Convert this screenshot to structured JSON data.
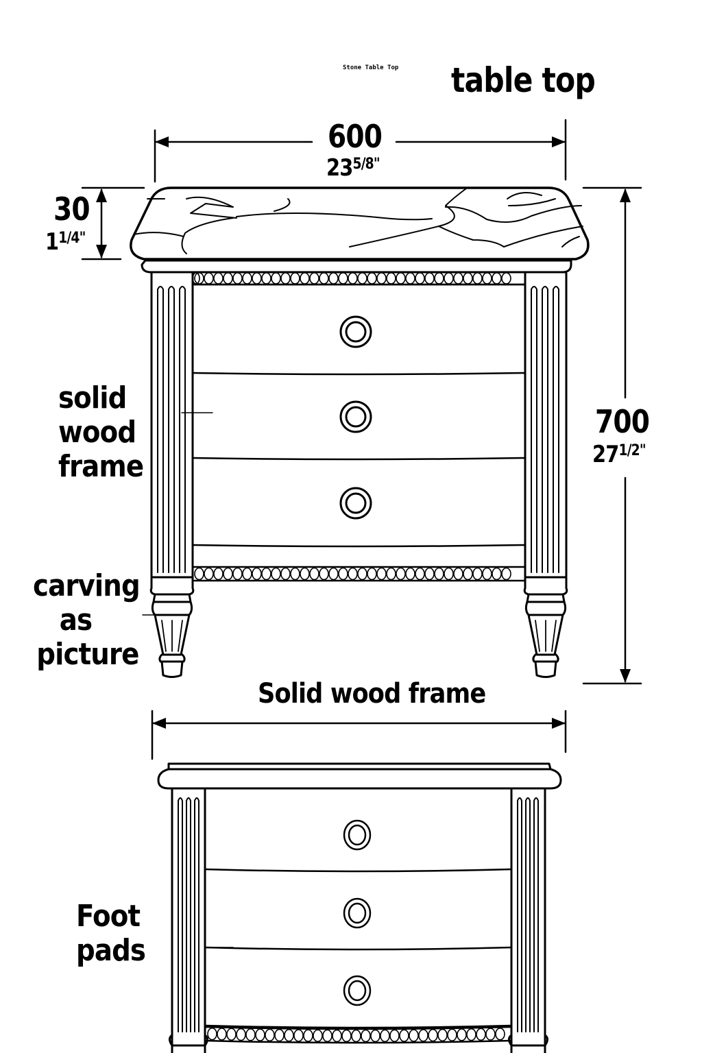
{
  "header": {
    "small_label": "Stone Table Top",
    "title": "table top"
  },
  "dimensions": {
    "width": {
      "mm": "600",
      "inch_whole": "23",
      "inch_frac": "5/8\""
    },
    "top_thickness": {
      "mm": "30",
      "inch_whole": "1",
      "inch_frac": "1/4\""
    },
    "height": {
      "mm": "700",
      "inch_whole": "27",
      "inch_frac": "1/2\""
    }
  },
  "callouts": {
    "frame": [
      "solid",
      "wood",
      "frame"
    ],
    "carving": [
      "carving",
      "as",
      "picture"
    ],
    "foot": [
      "Foot",
      "pads"
    ],
    "bottom_caption": "Solid wood frame"
  },
  "drawing": {
    "line_color": "#000000",
    "background": "#ffffff",
    "upper_view": {
      "drawer_count": 3
    },
    "lower_view": {
      "drawer_count": 3
    }
  }
}
